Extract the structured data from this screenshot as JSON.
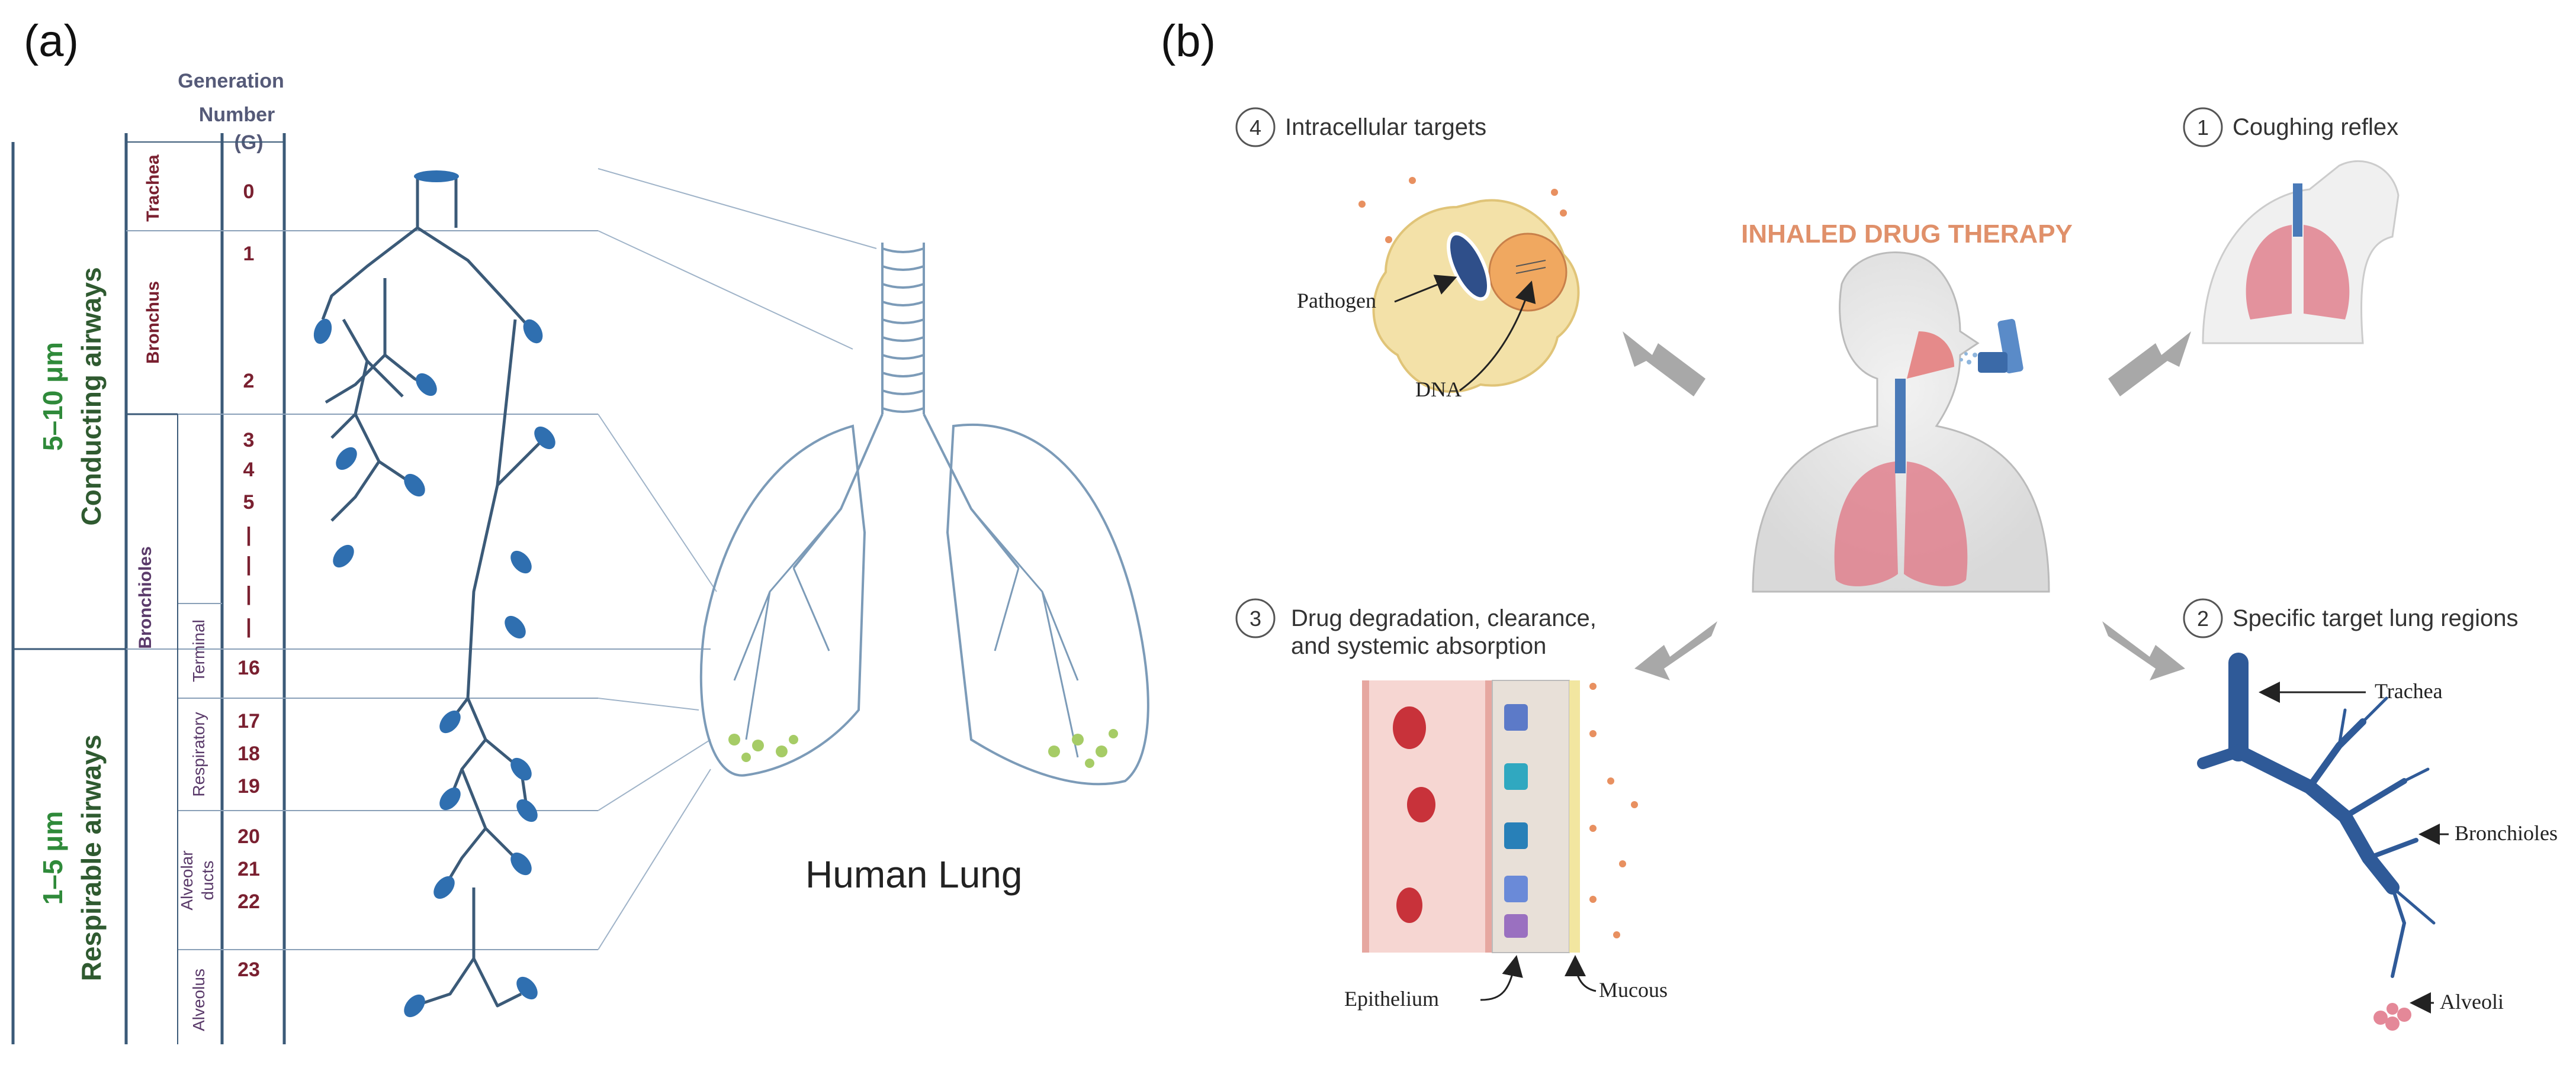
{
  "panel_a": {
    "label": "(a)",
    "header": {
      "line1": "Generation",
      "line2": "Number",
      "line3": "(G)"
    },
    "size_labels": {
      "conducting": "5–10 μm",
      "respirable": "1–5 μm"
    },
    "airway_groups": {
      "conducting": "Conducting airways",
      "respirable": "Respirable airways"
    },
    "regions": {
      "trachea": "Trachea",
      "bronchus": "Bronchus",
      "bronchioles": "Bronchioles",
      "terminal": "Terminal",
      "respiratory": "Respiratory",
      "alveolar_l1": "Alveolar",
      "alveolar_l2": "ducts",
      "alveolus": "Alveolus"
    },
    "generations": [
      "0",
      "1",
      "2",
      "3",
      "4",
      "5",
      "|",
      "|",
      "|",
      "|",
      "16",
      "17",
      "18",
      "19",
      "20",
      "21",
      "22",
      "23"
    ],
    "lung_title": "Human Lung"
  },
  "panel_b": {
    "label": "(b)",
    "title": "INHALED DRUG THERAPY",
    "items": {
      "n1": "1",
      "t1": "Coughing reflex",
      "n2": "2",
      "t2": "Specific target lung regions",
      "n3": "3",
      "t3a": "Drug degradation, clearance,",
      "t3b": "and systemic absorption",
      "n4": "4",
      "t4": "Intracellular targets"
    },
    "labels": {
      "pathogen": "Pathogen",
      "dna": "DNA",
      "trachea": "Trachea",
      "bronchioles": "Bronchioles",
      "alveoli": "Alveoli",
      "epithelium": "Epithelium",
      "mucous": "Mucous"
    }
  },
  "colors": {
    "navy": "#3b5a78",
    "airway_blue": "#2f6fb0",
    "green_text": "#2f8a3a",
    "maroon_text": "#7a2030",
    "purple_text": "#5a3a6a",
    "title_orange": "#e0906a",
    "lung_pink": "#e07a88",
    "grey_arrow": "#a8a8a8"
  }
}
